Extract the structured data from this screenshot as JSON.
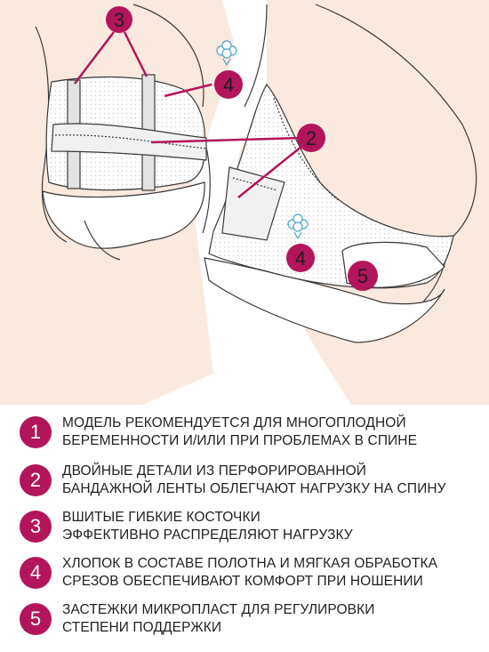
{
  "callouts": {
    "three": "3",
    "four_top": "4",
    "two": "2",
    "four_bottom": "4",
    "five": "5"
  },
  "colors": {
    "accent": "#b3155b",
    "skin": "#f7e2d4",
    "background": "#ffffff",
    "text": "#231f20"
  },
  "icons": [
    "cotton-flower-icon",
    "cotton-flower-icon"
  ],
  "legend": [
    {
      "number": "1",
      "text": "МОДЕЛЬ РЕКОМЕНДУЕТСЯ ДЛЯ МНОГОПЛОДНОЙ\nБЕРЕМЕННОСТИ И/ИЛИ  ПРИ ПРОБЛЕМАХ В СПИНЕ"
    },
    {
      "number": "2",
      "text": "ДВОЙНЫЕ ДЕТАЛИ ИЗ ПЕРФОРИРОВАННОЙ\nБАНДАЖНОЙ ЛЕНТЫ ОБЛЕГЧАЮТ НАГРУЗКУ НА СПИНУ"
    },
    {
      "number": "3",
      "text": "ВШИТЫЕ ГИБКИЕ КОСТОЧКИ\nЭФФЕКТИВНО РАСПРЕДЕЛЯЮТ НАГРУЗКУ"
    },
    {
      "number": "4",
      "text": "ХЛОПОК В СОСТАВЕ ПОЛОТНА И МЯГКАЯ ОБРАБОТКА\nСРЕЗОВ ОБЕСПЕЧИВАЮТ КОМФОРТ ПРИ НОШЕНИИ"
    },
    {
      "number": "5",
      "text": "ЗАСТЕЖКИ МИКРОПЛАСТ ДЛЯ РЕГУЛИРОВКИ\nСТЕПЕНИ ПОДДЕРЖКИ"
    }
  ]
}
